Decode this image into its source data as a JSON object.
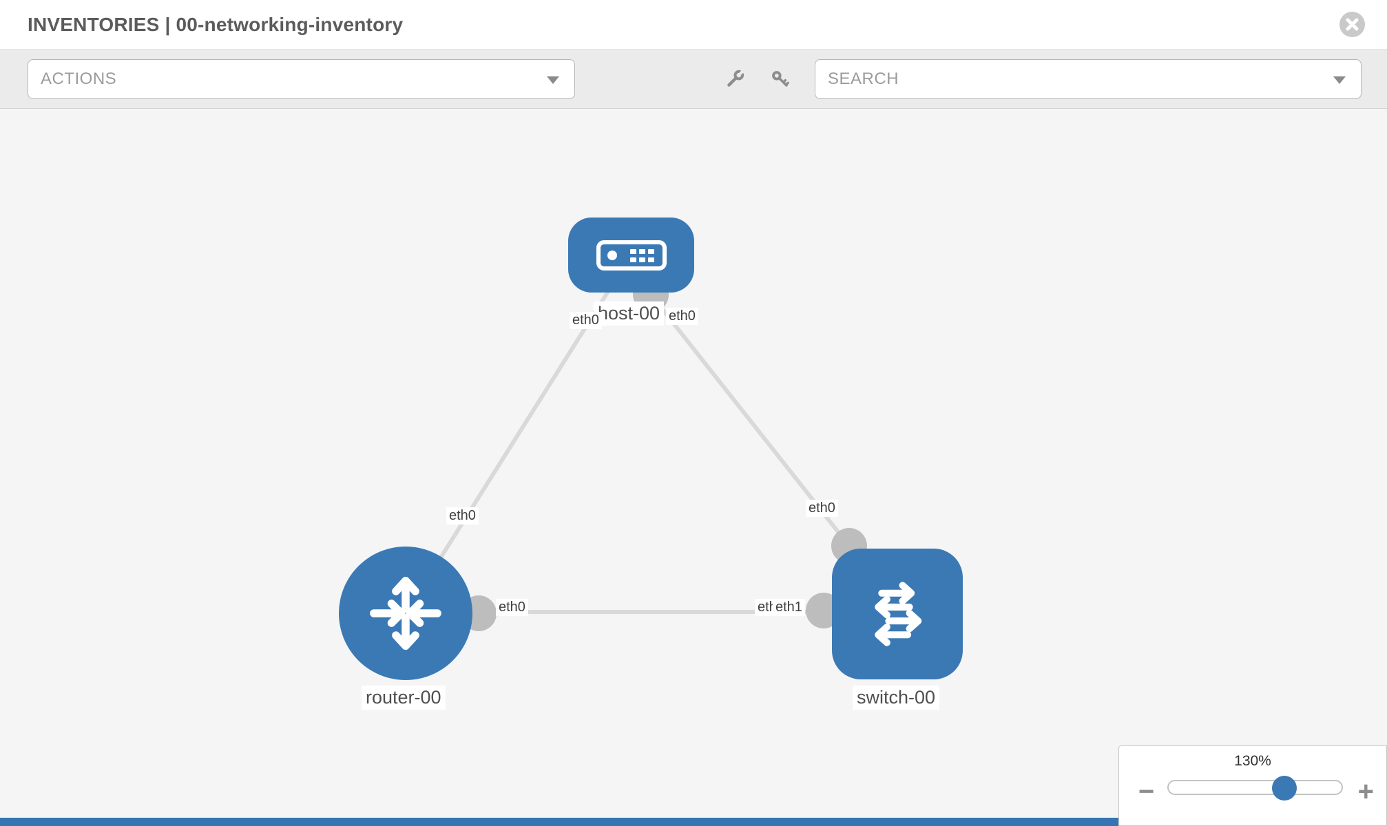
{
  "header": {
    "title": "INVENTORIES | 00-networking-inventory"
  },
  "toolbar": {
    "actions_dropdown": {
      "label": "ACTIONS"
    },
    "search_dropdown": {
      "label": "SEARCH"
    },
    "wrench_icon": "wrench",
    "key_icon": "key"
  },
  "topology": {
    "nodes": [
      {
        "id": "host-00",
        "type": "host",
        "label": "host-00"
      },
      {
        "id": "router-00",
        "type": "router",
        "label": "router-00"
      },
      {
        "id": "switch-00",
        "type": "switch",
        "label": "switch-00"
      }
    ],
    "ports": {
      "host_left": "eth0",
      "host_right": "eth0",
      "router_top": "eth0",
      "router_right": "eth0",
      "switch_top": "eth0",
      "switch_left_back": "eth0",
      "switch_left_front": "eth1"
    },
    "links": [
      {
        "from": "host-00",
        "from_port": "eth0",
        "to": "router-00",
        "to_port": "eth0"
      },
      {
        "from": "host-00",
        "from_port": "eth0",
        "to": "switch-00",
        "to_port": "eth0"
      },
      {
        "from": "router-00",
        "from_port": "eth0",
        "to": "switch-00",
        "to_port": "eth1"
      }
    ]
  },
  "zoom_control": {
    "level": "130%",
    "minus_label": "−",
    "plus_label": "+"
  },
  "colors": {
    "node_blue": "#3b79b5",
    "link_gray": "#d9d9d9",
    "connector_gray": "#bdbdbd",
    "canvas_bg": "#f5f5f5",
    "toolbar_bg": "#ebebeb",
    "bottom_bar_blue": "#3575b2"
  }
}
